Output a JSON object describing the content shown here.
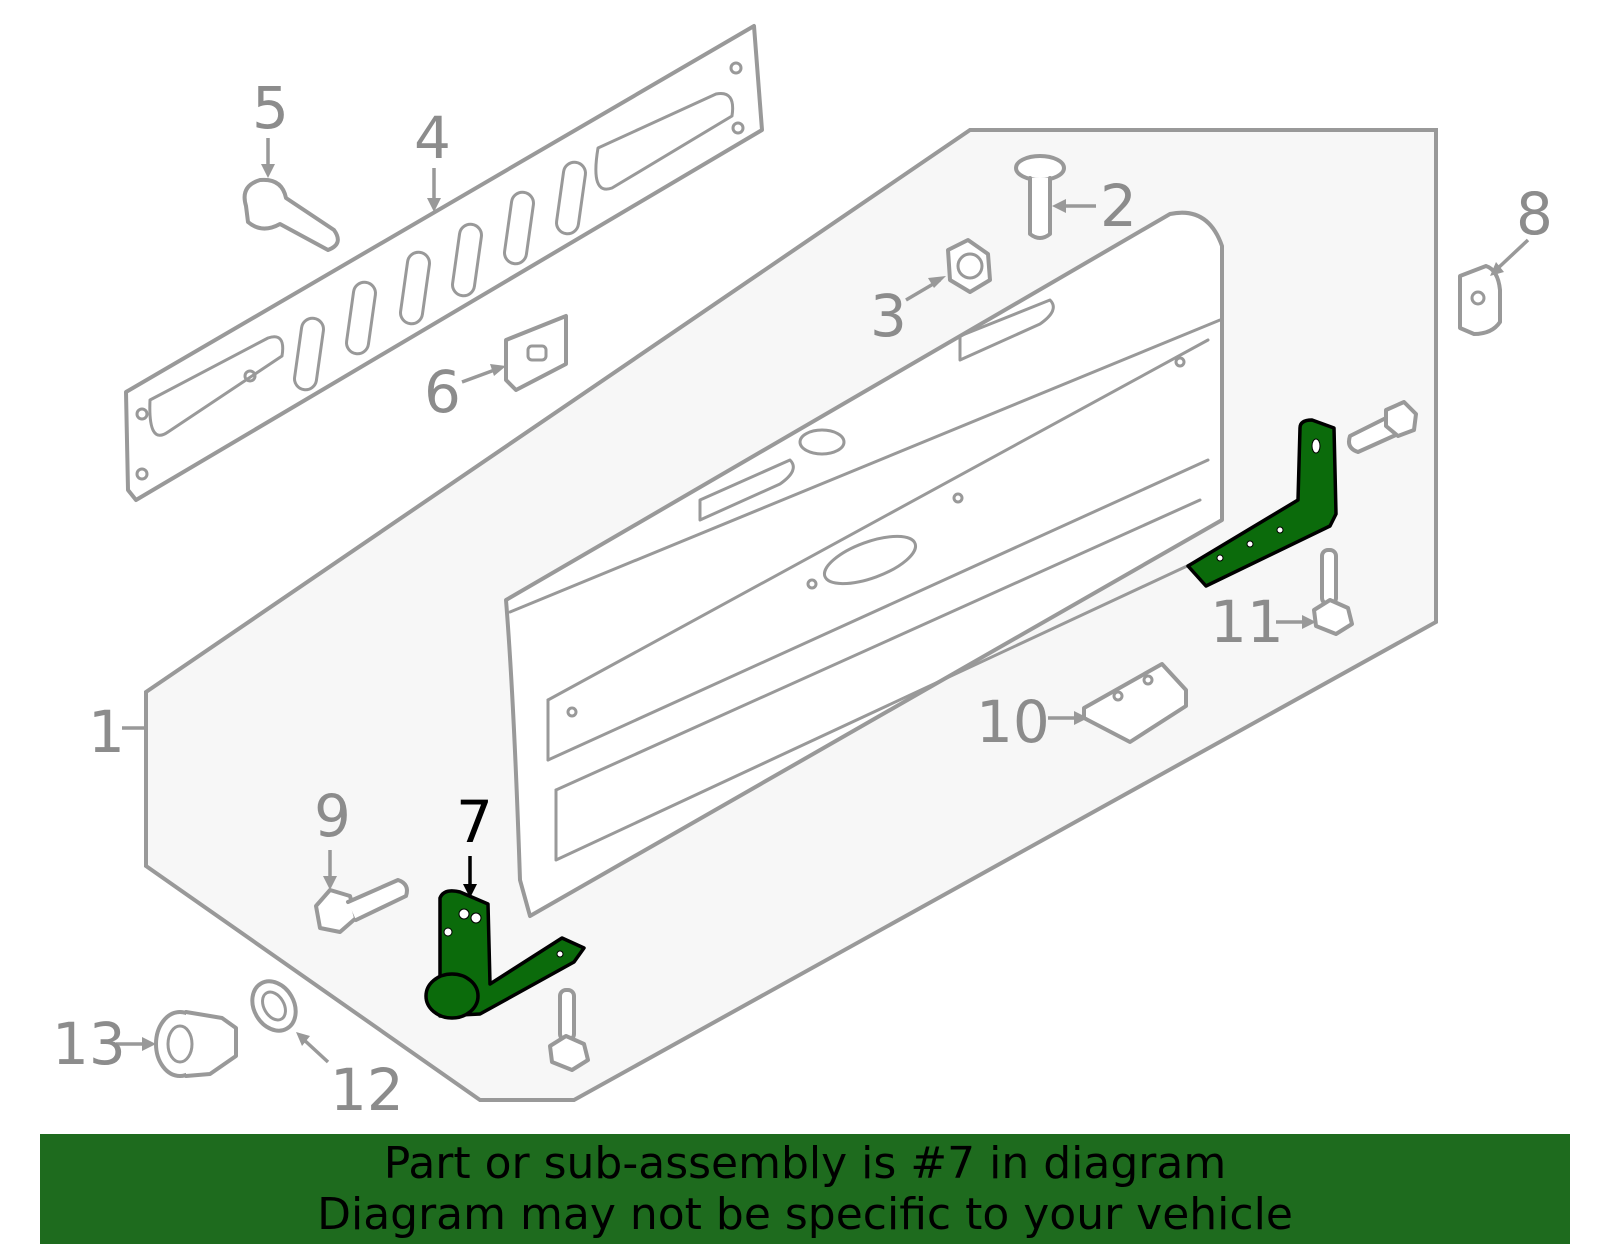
{
  "callouts": {
    "c1": "1",
    "c2": "2",
    "c3": "3",
    "c4": "4",
    "c5": "5",
    "c6": "6",
    "c7": "7",
    "c8": "8",
    "c9": "9",
    "c10": "10",
    "c11": "11",
    "c12": "12",
    "c13": "13"
  },
  "highlighted_part": "7",
  "colors": {
    "highlight": "#0b6b0b",
    "banner": "#1e6b1e",
    "line": "#999999",
    "panel": "#f7f7f7"
  },
  "banner": {
    "line1": "Part or sub-assembly is #7 in diagram",
    "line2": "Diagram may not be specific to your vehicle"
  }
}
